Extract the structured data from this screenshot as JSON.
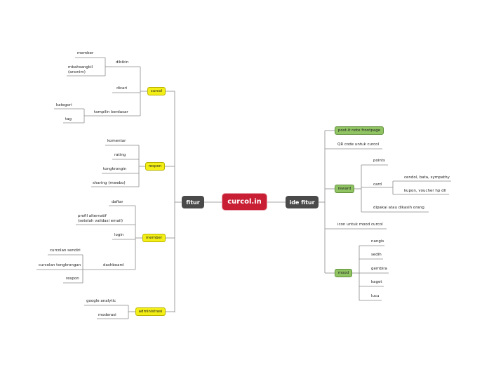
{
  "center": "curcol.in",
  "fitur": {
    "label": "fitur",
    "curcol": {
      "label": "curcol",
      "dibikin": {
        "label": "dibikin",
        "items": [
          "member",
          "mbahsangkil\n(anonim)"
        ]
      },
      "dicari": "dicari",
      "tampilin": {
        "label": "tampilin berdasar",
        "items": [
          "kategori",
          "tag"
        ]
      }
    },
    "respon": {
      "label": "respon",
      "items": [
        "komentar",
        "rating",
        "tongkrongin",
        "sharing (mwebo)"
      ]
    },
    "member": {
      "label": "member",
      "daftar": "daftar",
      "profil": "profil alternatif\n(setelah validasi email)",
      "login": "login",
      "dashboard": {
        "label": "dashboard",
        "items": [
          "curcolan sendiri",
          "curcolan tongkrongan",
          "respon"
        ]
      }
    },
    "administrasi": {
      "label": "administrasi",
      "items": [
        "google analytic",
        "moderasi"
      ]
    }
  },
  "ide": {
    "label": "ide fitur",
    "postit": "post-it note frontpage",
    "qr": "QR code untuk curcol",
    "reward": {
      "label": "reward",
      "points": "points",
      "card": {
        "label": "card",
        "items": [
          "cendol, bata, sympathy",
          "kupon, voucher hp dll"
        ]
      },
      "dipakai": "dipakai atau dikasih orang"
    },
    "icon": "icon untuk mood curcol",
    "mood": {
      "label": "mood",
      "items": [
        "nangis",
        "sedih",
        "gembira",
        "kaget",
        "lucu"
      ]
    }
  },
  "colors": {
    "line": "#8a8a8a",
    "center": "#c81f35",
    "main": "#4a4a4a",
    "yellow": "#f2ee16",
    "green": "#90c463"
  }
}
